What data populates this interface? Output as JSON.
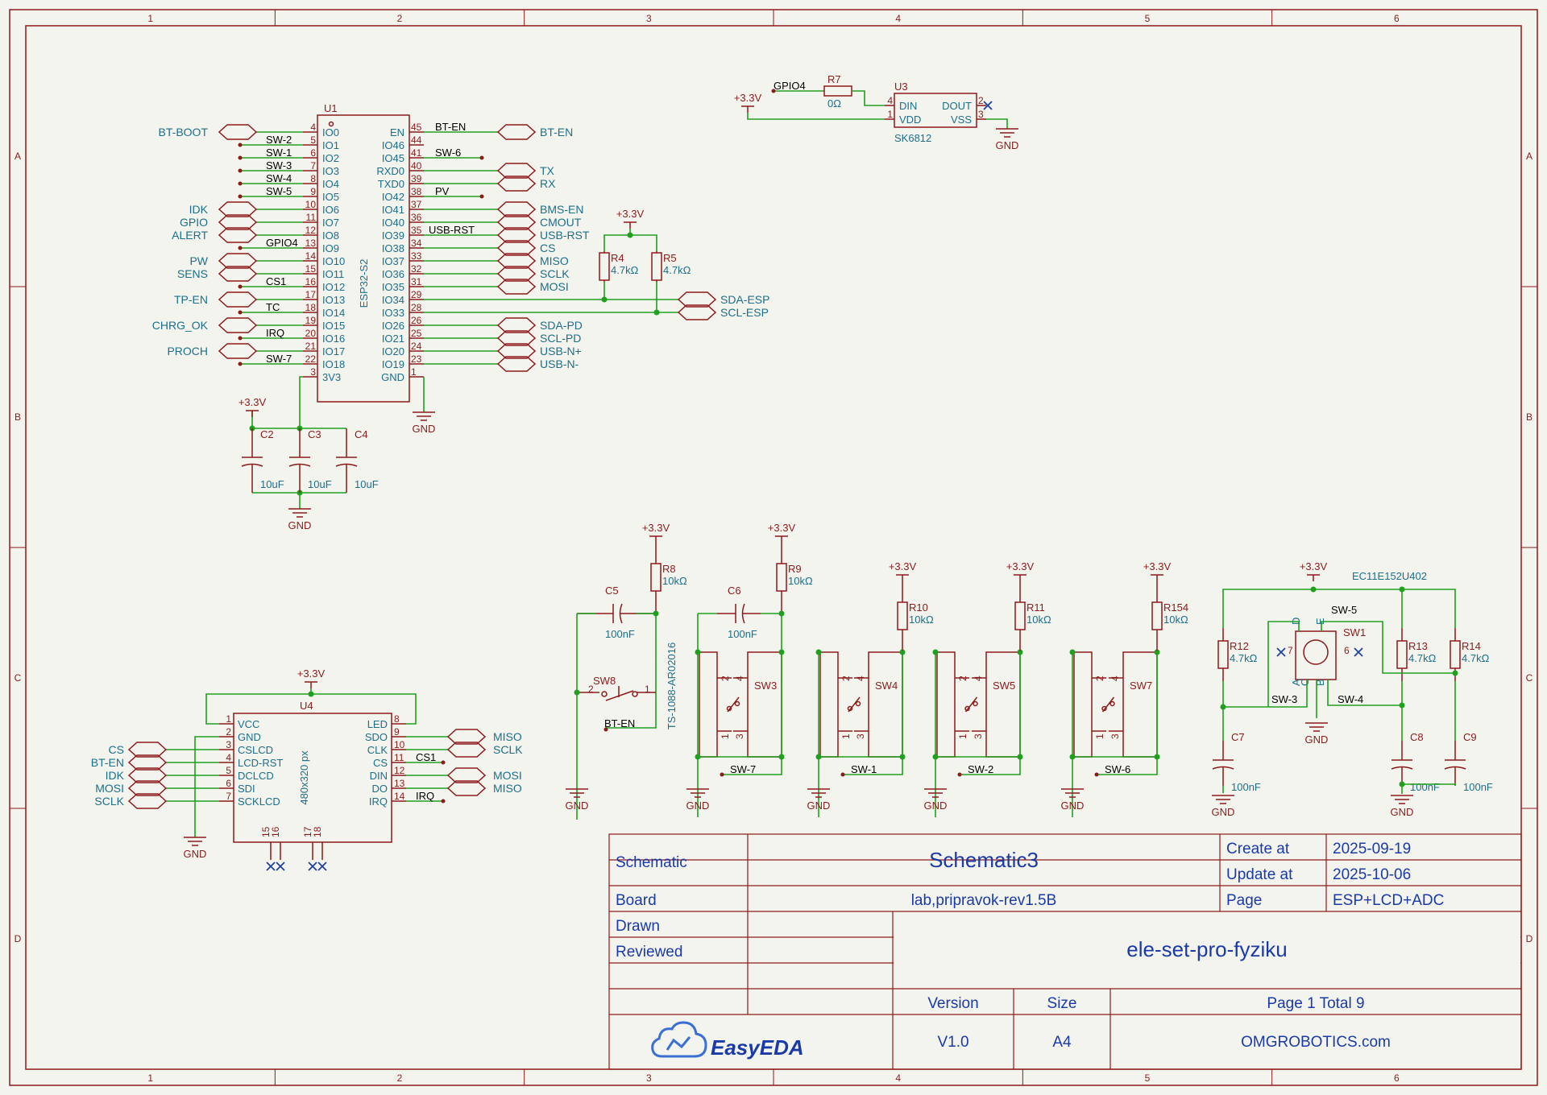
{
  "zones": {
    "columns": [
      "1",
      "2",
      "3",
      "4",
      "5",
      "6"
    ],
    "rows": [
      "A",
      "B",
      "C",
      "D"
    ]
  },
  "title_block": {
    "schematic_label": "Schematic",
    "schematic_name": "Schematic3",
    "create_label": "Create at",
    "create_date": "2025-09-19",
    "update_label": "Update at",
    "update_date": "2025-10-06",
    "board_label": "Board",
    "board_name": "lab,pripravok-rev1.5B",
    "page_label": "Page",
    "page_name": "ESP+LCD+ADC",
    "drawn_label": "Drawn",
    "reviewed_label": "Reviewed",
    "project_name": "ele-set-pro-fyziku",
    "version_label": "Version",
    "version": "V1.0",
    "size_label": "Size",
    "size": "A4",
    "page_total": "Page  1  Total  9",
    "company": "OMGROBOTICS.com",
    "logo_text": "EasyEDA"
  },
  "u1": {
    "designator": "U1",
    "part": "ESP32-S2",
    "left_pins": [
      {
        "num": "4",
        "name": "IO0"
      },
      {
        "num": "5",
        "name": "IO1"
      },
      {
        "num": "6",
        "name": "IO2"
      },
      {
        "num": "7",
        "name": "IO3"
      },
      {
        "num": "8",
        "name": "IO4"
      },
      {
        "num": "9",
        "name": "IO5"
      },
      {
        "num": "10",
        "name": "IO6"
      },
      {
        "num": "11",
        "name": "IO7"
      },
      {
        "num": "12",
        "name": "IO8"
      },
      {
        "num": "13",
        "name": "IO9"
      },
      {
        "num": "14",
        "name": "IO10"
      },
      {
        "num": "15",
        "name": "IO11"
      },
      {
        "num": "16",
        "name": "IO12"
      },
      {
        "num": "17",
        "name": "IO13"
      },
      {
        "num": "18",
        "name": "IO14"
      },
      {
        "num": "19",
        "name": "IO15"
      },
      {
        "num": "20",
        "name": "IO16"
      },
      {
        "num": "21",
        "name": "IO17"
      },
      {
        "num": "22",
        "name": "IO18"
      },
      {
        "num": "3",
        "name": "3V3"
      }
    ],
    "right_pins": [
      {
        "num": "45",
        "name": "EN"
      },
      {
        "num": "44",
        "name": "IO46"
      },
      {
        "num": "41",
        "name": "IO45"
      },
      {
        "num": "40",
        "name": "RXD0"
      },
      {
        "num": "39",
        "name": "TXD0"
      },
      {
        "num": "38",
        "name": "IO42"
      },
      {
        "num": "37",
        "name": "IO41"
      },
      {
        "num": "36",
        "name": "IO40"
      },
      {
        "num": "35",
        "name": "IO39"
      },
      {
        "num": "34",
        "name": "IO38"
      },
      {
        "num": "33",
        "name": "IO37"
      },
      {
        "num": "32",
        "name": "IO36"
      },
      {
        "num": "31",
        "name": "IO35"
      },
      {
        "num": "29",
        "name": "IO34"
      },
      {
        "num": "28",
        "name": "IO33"
      },
      {
        "num": "26",
        "name": "IO26"
      },
      {
        "num": "25",
        "name": "IO21"
      },
      {
        "num": "24",
        "name": "IO20"
      },
      {
        "num": "23",
        "name": "IO19"
      },
      {
        "num": "1",
        "name": "GND"
      }
    ],
    "left_nets": [
      "",
      "SW-2",
      "SW-1",
      "SW-3",
      "SW-4",
      "SW-5",
      "",
      "",
      "",
      "GPIO4",
      "",
      "",
      "CS1",
      "",
      "TC",
      "",
      "IRQ",
      "",
      "SW-7",
      ""
    ],
    "right_nets": [
      "BT-EN",
      "",
      "SW-6",
      "",
      "",
      "PV",
      "",
      "",
      "USB-RST",
      "",
      "",
      "",
      "",
      "",
      "",
      "",
      "",
      "",
      "",
      ""
    ],
    "left_ports": [
      {
        "row": 0,
        "label": "BT-BOOT"
      },
      {
        "row": 6,
        "label": "IDK"
      },
      {
        "row": 7,
        "label": "GPIO"
      },
      {
        "row": 8,
        "label": "ALERT"
      },
      {
        "row": 10,
        "label": "PW"
      },
      {
        "row": 11,
        "label": "SENS"
      },
      {
        "row": 13,
        "label": "TP-EN"
      },
      {
        "row": 15,
        "label": "CHRG_OK"
      },
      {
        "row": 17,
        "label": "PROCH"
      }
    ],
    "right_ports": [
      {
        "row": 0,
        "label": "BT-EN"
      },
      {
        "row": 3,
        "label": "TX"
      },
      {
        "row": 4,
        "label": "RX"
      },
      {
        "row": 6,
        "label": "BMS-EN"
      },
      {
        "row": 7,
        "label": "CMOUT"
      },
      {
        "row": 8,
        "label": "USB-RST"
      },
      {
        "row": 9,
        "label": "CS"
      },
      {
        "row": 10,
        "label": "MISO"
      },
      {
        "row": 11,
        "label": "SCLK"
      },
      {
        "row": 12,
        "label": "MOSI"
      },
      {
        "row": 13,
        "label": "SDA-ESP"
      },
      {
        "row": 14,
        "label": "SCL-ESP"
      },
      {
        "row": 15,
        "label": "SDA-PD"
      },
      {
        "row": 16,
        "label": "SCL-PD"
      },
      {
        "row": 17,
        "label": "USB-N+"
      },
      {
        "row": 18,
        "label": "USB-N-"
      }
    ]
  },
  "decoupling": {
    "power": "+3.3V",
    "ground": "GND",
    "caps": [
      {
        "des": "C2",
        "val": "10uF"
      },
      {
        "des": "C3",
        "val": "10uF"
      },
      {
        "des": "C4",
        "val": "10uF"
      }
    ]
  },
  "i2c_pullups": {
    "power": "+3.3V",
    "resistors": [
      {
        "des": "R4",
        "val": "4.7kΩ"
      },
      {
        "des": "R5",
        "val": "4.7kΩ"
      }
    ]
  },
  "u3": {
    "designator": "U3",
    "part": "SK6812",
    "pins": [
      {
        "num": "4",
        "name": "DIN"
      },
      {
        "num": "1",
        "name": "VDD"
      },
      {
        "num": "2",
        "name": "DOUT"
      },
      {
        "num": "3",
        "name": "VSS"
      }
    ],
    "net": "GPIO4",
    "power": "+3.3V",
    "ground": "GND",
    "resistor": {
      "des": "R7",
      "val": "0Ω"
    }
  },
  "u4": {
    "designator": "U4",
    "part": "480x320 px",
    "power": "+3.3V",
    "ground": "GND",
    "left_pins": [
      {
        "num": "1",
        "name": "VCC"
      },
      {
        "num": "2",
        "name": "GND"
      },
      {
        "num": "3",
        "name": "CSLCD"
      },
      {
        "num": "4",
        "name": "LCD-RST"
      },
      {
        "num": "5",
        "name": "DCLCD"
      },
      {
        "num": "6",
        "name": "SDI"
      },
      {
        "num": "7",
        "name": "SCKLCD"
      }
    ],
    "right_pins": [
      {
        "num": "8",
        "name": "LED"
      },
      {
        "num": "9",
        "name": "SDO"
      },
      {
        "num": "10",
        "name": "CLK"
      },
      {
        "num": "11",
        "name": "CS"
      },
      {
        "num": "12",
        "name": "DIN"
      },
      {
        "num": "13",
        "name": "DO"
      },
      {
        "num": "14",
        "name": "IRQ"
      }
    ],
    "bottom_pins": [
      "15",
      "16",
      "17",
      "18"
    ],
    "left_ports": [
      "CS",
      "BT-EN",
      "IDK",
      "MOSI",
      "SCLK"
    ],
    "right_ports": [
      {
        "row": 1,
        "label": "MISO"
      },
      {
        "row": 2,
        "label": "SCLK"
      },
      {
        "row": 4,
        "label": "MOSI"
      },
      {
        "row": 5,
        "label": "MISO"
      }
    ],
    "right_nets": [
      "",
      "",
      "",
      "CS1",
      "",
      "",
      "IRQ"
    ]
  },
  "switches": {
    "power": "+3.3V",
    "ground": "GND",
    "sw8": {
      "des": "SW8",
      "part": "TS-1088-AR02016",
      "net": "BT-EN",
      "pin_a": "2",
      "pin_b": "1",
      "cap": {
        "des": "C5",
        "val": "100nF"
      },
      "res": {
        "des": "R8",
        "val": "10kΩ"
      }
    },
    "tact": [
      {
        "des": "SW3",
        "net": "SW-7",
        "res": {
          "des": "R9",
          "val": "10kΩ"
        },
        "cap": {
          "des": "C6",
          "val": "100nF"
        }
      },
      {
        "des": "SW4",
        "net": "SW-1",
        "res": {
          "des": "R10",
          "val": "10kΩ"
        }
      },
      {
        "des": "SW5",
        "net": "SW-2",
        "res": {
          "des": "R11",
          "val": "10kΩ"
        }
      },
      {
        "des": "SW7",
        "net": "SW-6",
        "res": {
          "des": "R154",
          "val": "10kΩ"
        }
      }
    ],
    "tact_pins": [
      "2",
      "1",
      "4",
      "3"
    ]
  },
  "encoder": {
    "part": "EC11E152U402",
    "des": "SW1",
    "power": "+3.3V",
    "ground": "GND",
    "resistors": [
      {
        "des": "R12",
        "val": "4.7kΩ"
      },
      {
        "des": "R13",
        "val": "4.7kΩ"
      },
      {
        "des": "R14",
        "val": "4.7kΩ"
      }
    ],
    "caps": [
      {
        "des": "C7",
        "val": "100nF"
      },
      {
        "des": "C8",
        "val": "100nF"
      },
      {
        "des": "C9",
        "val": "100nF"
      }
    ],
    "nets": [
      "SW-5",
      "SW-3",
      "SW-4"
    ],
    "pins": [
      "7",
      "6"
    ],
    "letters": [
      "D",
      "E",
      "A",
      "C",
      "B"
    ]
  }
}
